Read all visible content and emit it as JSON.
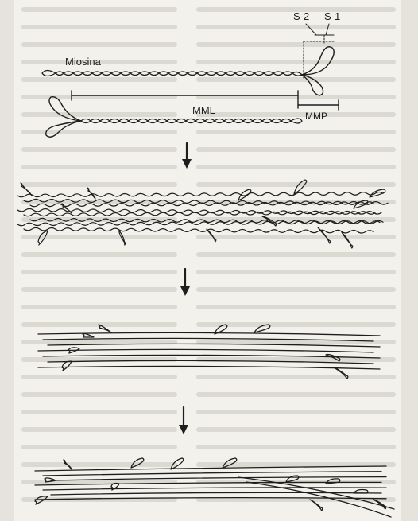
{
  "labels": {
    "miosina": "Miosina",
    "mml": "MML",
    "mmp": "MMP",
    "s2": "S-2",
    "s1": "S-1"
  },
  "stages": [
    {
      "name": "myosin-molecule"
    },
    {
      "name": "thick-filament-assembly-1"
    },
    {
      "name": "thick-filament-assembly-2"
    },
    {
      "name": "thick-filament-assembly-3"
    }
  ],
  "colors": {
    "ink": "#1e1e1e",
    "paper": "#f3f1ec",
    "background_text": "#d9d6cf"
  },
  "icons": [
    "down-arrow-icon",
    "down-arrow-icon",
    "down-arrow-icon"
  ]
}
